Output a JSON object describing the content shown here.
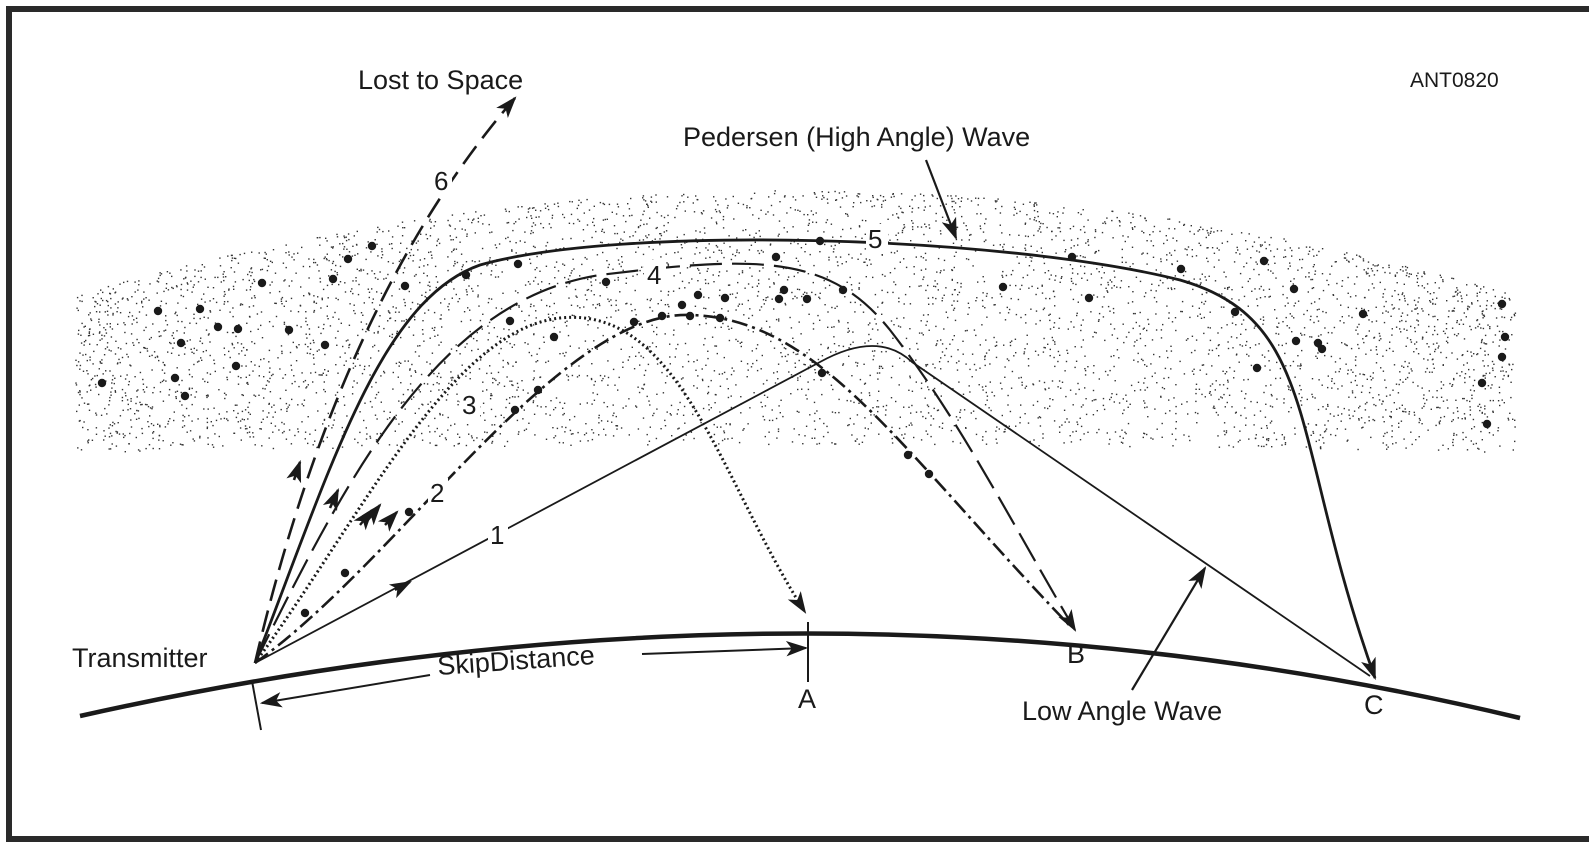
{
  "figure_code": "ANT0820",
  "labels": {
    "lost_to_space": "Lost to Space",
    "pedersen_wave": "Pedersen (High Angle) Wave",
    "low_angle_wave": "Low Angle Wave",
    "transmitter": "Transmitter",
    "skip_distance": "SkipDistance",
    "point_a": "A",
    "point_b": "B",
    "point_c": "C"
  },
  "paths": [
    {
      "id": "1",
      "label": "1"
    },
    {
      "id": "2",
      "label": "2"
    },
    {
      "id": "3",
      "label": "3"
    },
    {
      "id": "4",
      "label": "4"
    },
    {
      "id": "5",
      "label": "5"
    },
    {
      "id": "6",
      "label": "6"
    }
  ],
  "colors": {
    "ink": "#1a1a1a",
    "frame": "#2a2a2a",
    "background": "#ffffff"
  }
}
